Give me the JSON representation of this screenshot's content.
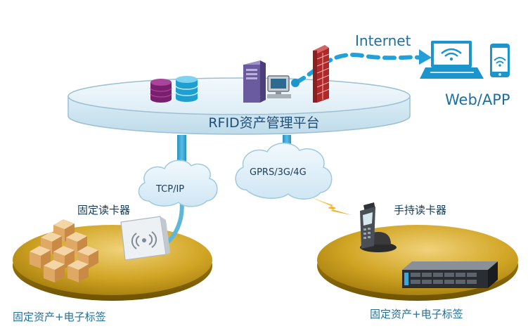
{
  "platform": {
    "title": "RFID资产管理平台"
  },
  "internet": {
    "label": "Internet"
  },
  "clients": {
    "label": "Web/APP"
  },
  "networks": {
    "tcp_label": "TCP/IP",
    "gprs_label": "GPRS/3G/4G"
  },
  "readers": {
    "fixed_label": "固定读卡器",
    "handheld_label": "手持读卡器"
  },
  "assets": {
    "left_label": "固定资产+电子标签",
    "right_label": "固定资产+电子标签"
  },
  "colors": {
    "platform_fill": "#e3f1f8",
    "platform_edge": "#9cc0d2",
    "link": "#2ea0cf",
    "cloud": "#dff0fa",
    "plate_gold": "#c49a12",
    "firewall_red": "#b02828"
  },
  "icons": [
    "database-purple-icon",
    "database-teal-icon",
    "server-tower-icon",
    "monitor-icon",
    "firewall-icon",
    "laptop-wifi-icon",
    "phone-wifi-icon",
    "cloud-icon",
    "rfid-fixed-reader-icon",
    "handheld-reader-icon",
    "cardboard-boxes-icon",
    "rack-server-icon",
    "lightning-link-icon"
  ]
}
